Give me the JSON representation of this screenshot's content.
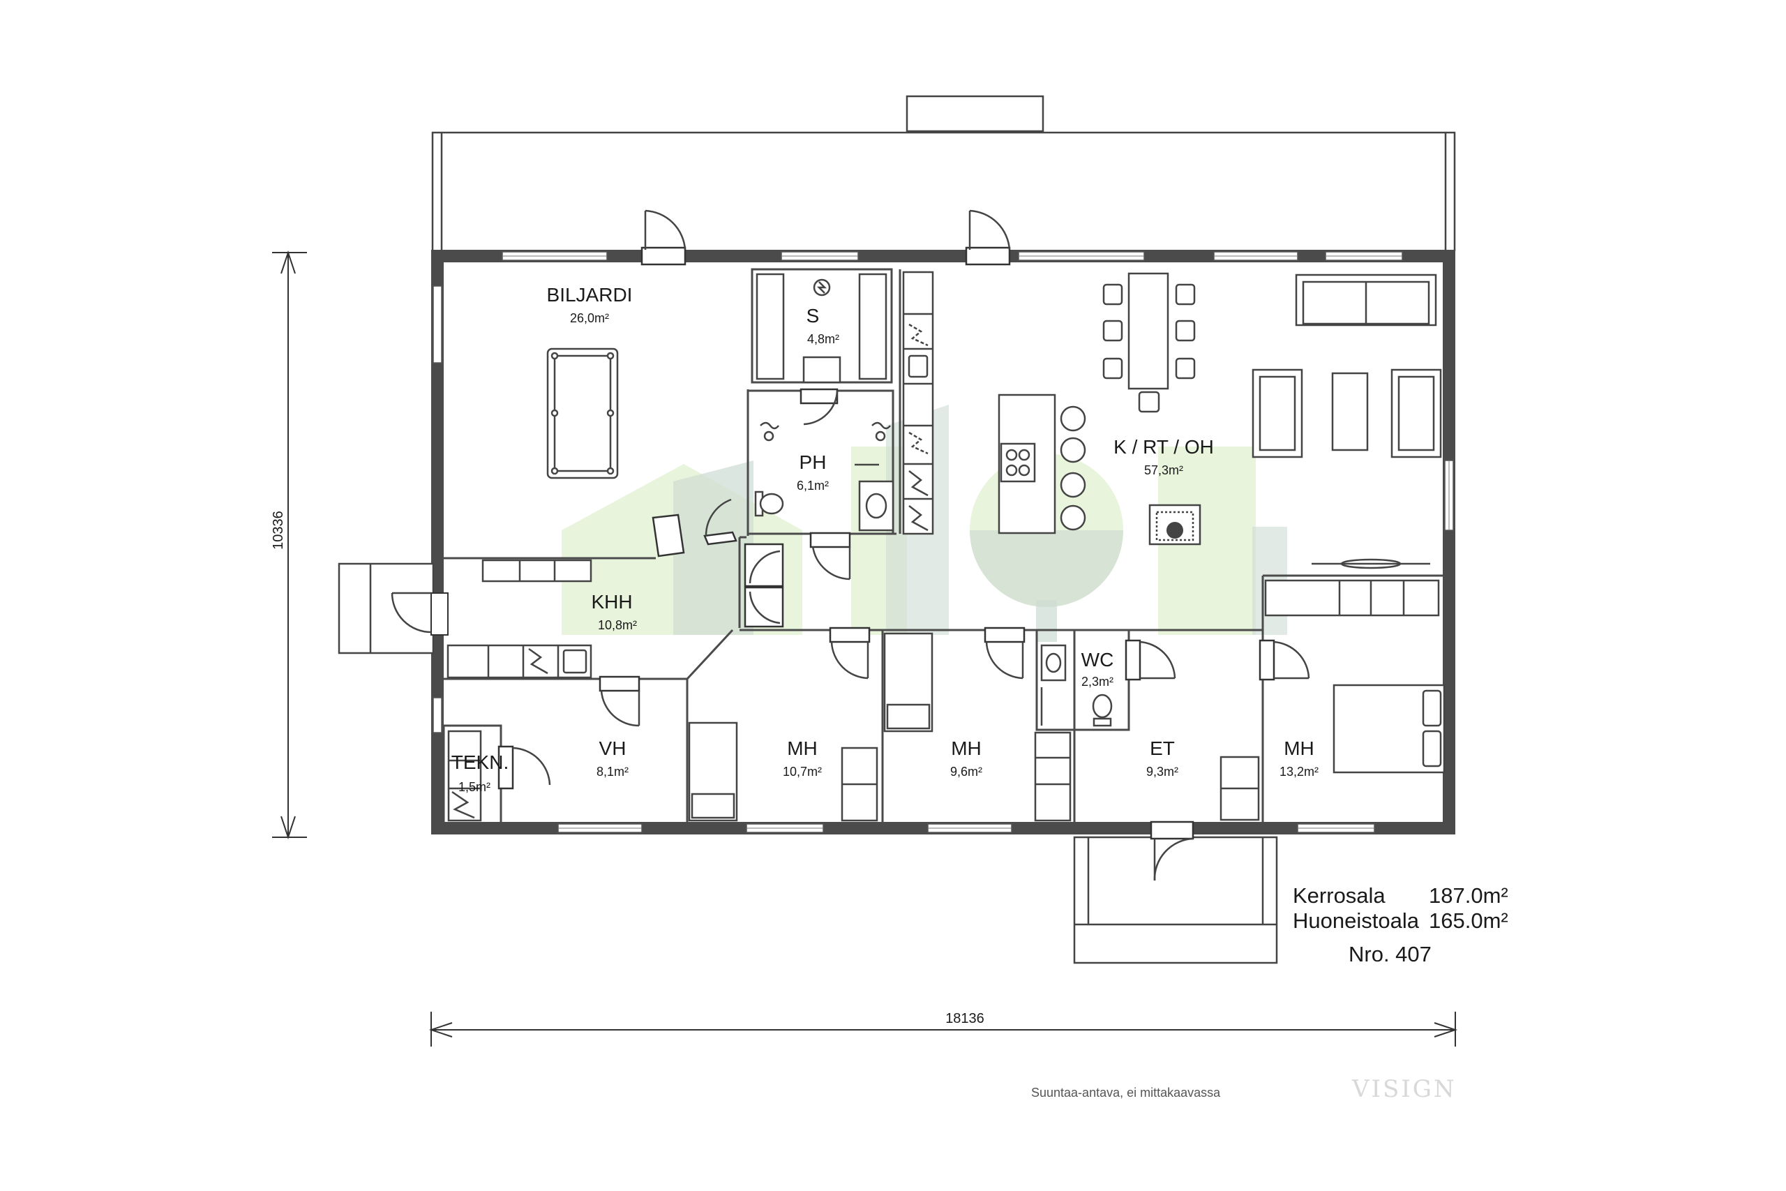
{
  "rooms": {
    "biljardi": {
      "name": "BILJARDI",
      "area": "26,0m²"
    },
    "s": {
      "name": "S",
      "area": "4,8m²"
    },
    "ph": {
      "name": "PH",
      "area": "6,1m²"
    },
    "krtoh": {
      "name": "K / RT / OH",
      "area": "57,3m²"
    },
    "khh": {
      "name": "KHH",
      "area": "10,8m²"
    },
    "wc": {
      "name": "WC",
      "area": "2,3m²"
    },
    "vh": {
      "name": "VH",
      "area": "8,1m²"
    },
    "tekn": {
      "name": "TEKN.",
      "area": "1,5m²"
    },
    "mh1": {
      "name": "MH",
      "area": "10,7m²"
    },
    "mh2": {
      "name": "MH",
      "area": "9,6m²"
    },
    "et": {
      "name": "ET",
      "area": "9,3m²"
    },
    "mh3": {
      "name": "MH",
      "area": "13,2m²"
    }
  },
  "dimensions": {
    "height": "10336",
    "width": "18136"
  },
  "stats": {
    "kerrosala_label": "Kerrosala",
    "kerrosala_value": "187.0m²",
    "huoneistoala_label": "Huoneistoala",
    "huoneistoala_value": "165.0m²",
    "number": "Nro. 407"
  },
  "footer": {
    "note": "Suuntaa-antava, ei mittakaavassa",
    "brand": "VISIGN"
  },
  "colors": {
    "wall": "#4b4b4b",
    "watermark_green": "#e6f3d8",
    "watermark_teal": "#c4d4cc"
  }
}
